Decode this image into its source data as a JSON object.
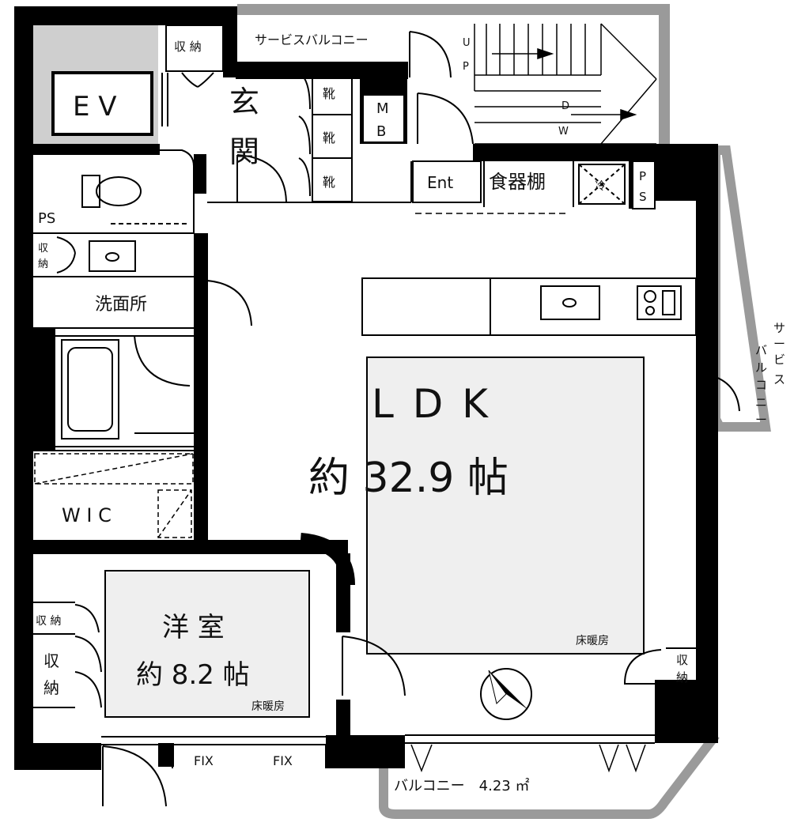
{
  "labels": {
    "service_balcony_top": "サービスバルコニー",
    "service_balcony_side": [
      "サ",
      "ー",
      "ビ",
      "ス",
      "バ",
      "ル",
      "コ",
      "ニ",
      "ー"
    ],
    "ev": "E V",
    "storage_top": "収 納",
    "entrance": [
      "玄",
      "関"
    ],
    "shoe": "靴",
    "mb": [
      "M",
      "B"
    ],
    "stairs_up": [
      "U",
      "P"
    ],
    "stairs_down": [
      "D",
      "W"
    ],
    "ent": "Ent",
    "cupboard": "食器棚",
    "fridge": "冷",
    "ps_right": [
      "P",
      "S"
    ],
    "ps_left": "PS",
    "storage_small": [
      "収",
      "納"
    ],
    "washroom": "洗面所",
    "ldk_name": "L D K",
    "ldk_size": "約 32.9 帖",
    "floor_heating": "床暖房",
    "wic": "W I C",
    "room_name": "洋  室",
    "room_size": "約 8.2 帖",
    "storage_room_top": "収 納",
    "storage_room_big": [
      "収",
      "納"
    ],
    "storage_right": [
      "収",
      "納"
    ],
    "fix": "FIX",
    "balcony": "バルコニー　4.23 ㎡"
  }
}
